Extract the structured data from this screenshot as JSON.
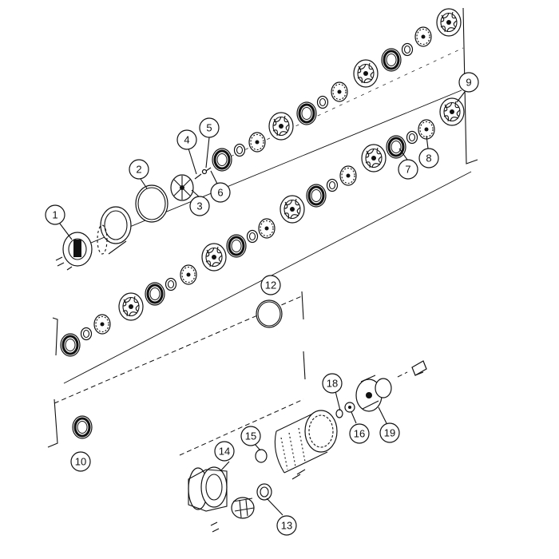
{
  "callouts": [
    {
      "id": "c1",
      "label": "1"
    },
    {
      "id": "c2",
      "label": "2"
    },
    {
      "id": "c3",
      "label": "3"
    },
    {
      "id": "c4",
      "label": "4"
    },
    {
      "id": "c5",
      "label": "5"
    },
    {
      "id": "c6",
      "label": "6"
    },
    {
      "id": "c7",
      "label": "7"
    },
    {
      "id": "c8",
      "label": "8"
    },
    {
      "id": "c9",
      "label": "9"
    },
    {
      "id": "c10",
      "label": "10"
    },
    {
      "id": "c12",
      "label": "12"
    },
    {
      "id": "c13",
      "label": "13"
    },
    {
      "id": "c14",
      "label": "14"
    },
    {
      "id": "c15",
      "label": "15"
    },
    {
      "id": "c16",
      "label": "16"
    },
    {
      "id": "c18",
      "label": "18"
    },
    {
      "id": "c19",
      "label": "19"
    }
  ]
}
